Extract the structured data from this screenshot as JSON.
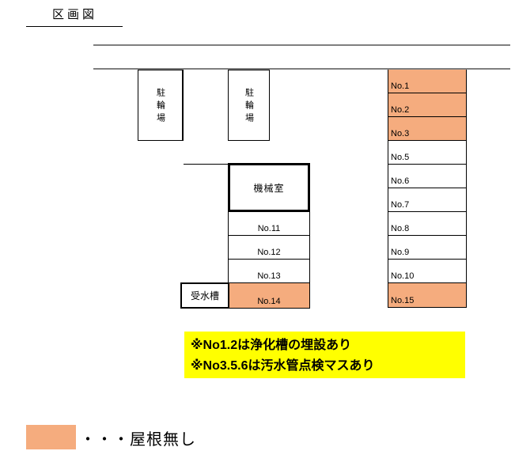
{
  "page": {
    "title": "区画図"
  },
  "colors": {
    "no_roof_fill": "#F5AC7E",
    "note_bg": "#FFFF00",
    "road_line": "#7F7F7F"
  },
  "structures": {
    "bike_parking_left": {
      "label": "駐輪場"
    },
    "bike_parking_right": {
      "label": "駐輪場"
    },
    "machine_room": {
      "label": "機械室"
    },
    "water_tank": {
      "label": "受水槽"
    }
  },
  "middle_column": {
    "rows": [
      {
        "label": "No.11",
        "no_roof": false
      },
      {
        "label": "No.12",
        "no_roof": false
      },
      {
        "label": "No.13",
        "no_roof": false
      },
      {
        "label": "No.14",
        "no_roof": true
      }
    ]
  },
  "right_column": {
    "rows": [
      {
        "label": "No.1",
        "no_roof": true
      },
      {
        "label": "No.2",
        "no_roof": true
      },
      {
        "label": "No.3",
        "no_roof": true
      },
      {
        "label": "No.5",
        "no_roof": false
      },
      {
        "label": "No.6",
        "no_roof": false
      },
      {
        "label": "No.7",
        "no_roof": false
      },
      {
        "label": "No.8",
        "no_roof": false
      },
      {
        "label": "No.9",
        "no_roof": false
      },
      {
        "label": "No.10",
        "no_roof": false
      },
      {
        "label": "No.15",
        "no_roof": true
      }
    ]
  },
  "notes": {
    "lines": [
      "※No1.2は浄化槽の埋設あり",
      "※No3.5.6は汚水管点検マスあり"
    ]
  },
  "legend": {
    "label": "・・・屋根無し"
  }
}
